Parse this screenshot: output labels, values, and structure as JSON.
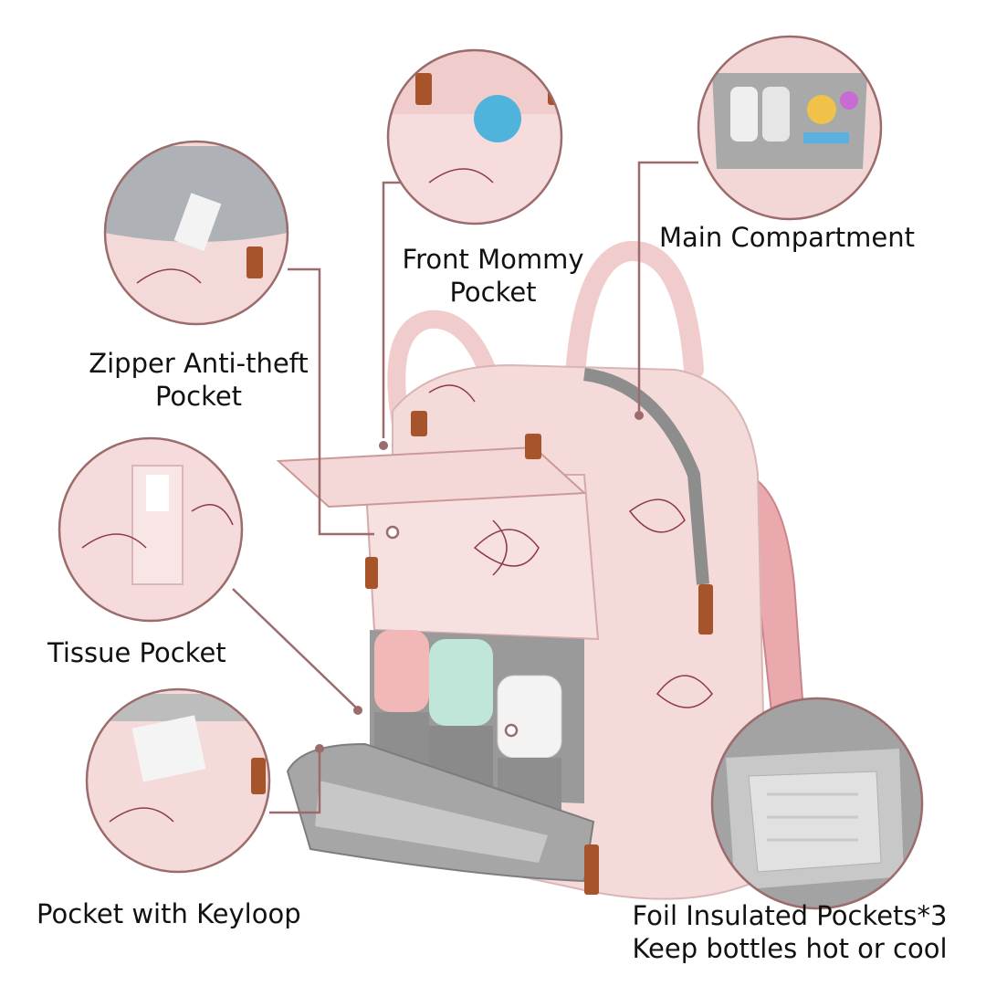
{
  "labels": {
    "main_compartment": "Main Compartment",
    "front_mommy_pocket_line1": "Front Mommy",
    "front_mommy_pocket_line2": "Pocket",
    "zipper_anti_theft_line1": "Zipper Anti-theft",
    "zipper_anti_theft_line2": "Pocket",
    "tissue_pocket": "Tissue Pocket",
    "pocket_with_keyloop": "Pocket with Keyloop",
    "foil_insulated_line1": "Foil Insulated Pockets*3",
    "foil_insulated_line2": "Keep bottles hot or cool"
  },
  "colors": {
    "callout_line": "#9c6b6b",
    "bag_pink": "#f3d6d6",
    "leather_tab": "#a8542a",
    "lining_gray": "#bdbdbd",
    "circle_border": "#9c6b6b"
  }
}
